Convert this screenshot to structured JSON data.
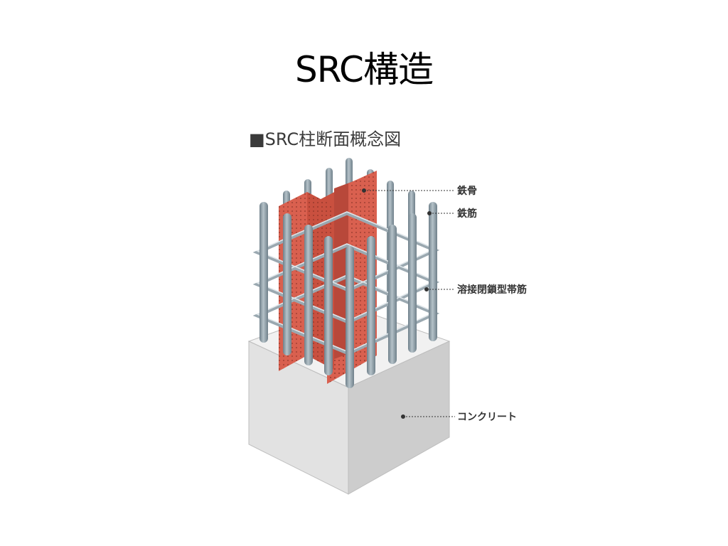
{
  "slide": {
    "title": "SRC構造"
  },
  "figure": {
    "caption": "■SRC柱断面概念図",
    "labels": {
      "steel_frame": "鉄骨",
      "rebar": "鉄筋",
      "hoop": "溶接閉鎖型帯筋",
      "concrete": "コンクリート"
    }
  },
  "colors": {
    "steel": "#d9604f",
    "steel_dark": "#b8483a",
    "rebar": "#8a9aa3",
    "concrete_top": "#f0f0f0",
    "concrete_left": "#e4e4e4",
    "concrete_right": "#cfcfcf"
  }
}
